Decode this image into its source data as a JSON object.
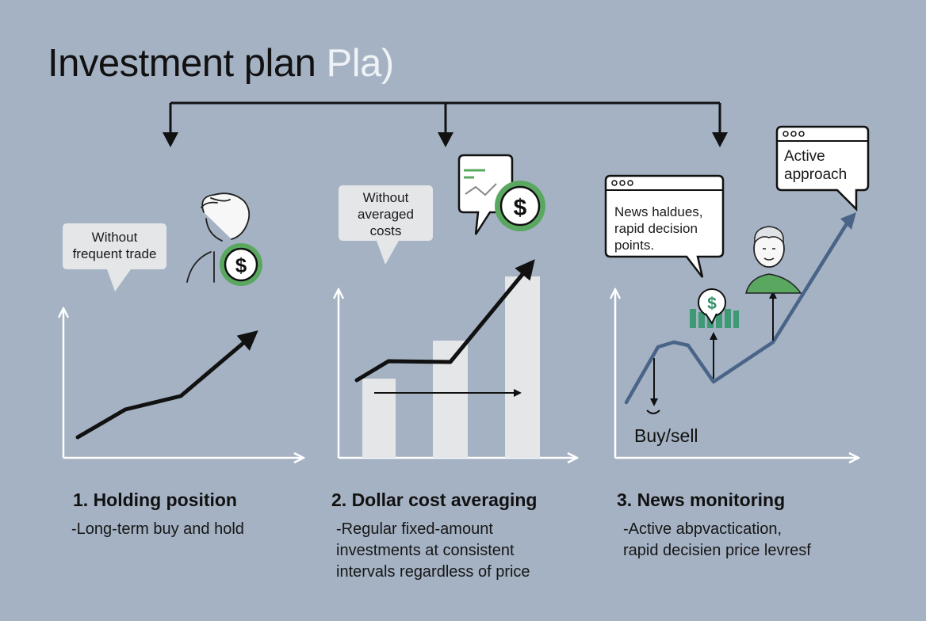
{
  "title": {
    "main": "Investment plan ",
    "accent": "Pla)"
  },
  "columns": [
    {
      "heading": "1. Holding position",
      "description": [
        "-Long-term buy and hold"
      ],
      "bubble": [
        "Without",
        "frequent trade"
      ]
    },
    {
      "heading": "2. Dollar cost averaging",
      "description": [
        "-Regular fixed-amount",
        "investments at consistent",
        "intervals regardless of price"
      ],
      "bubble": [
        "Without",
        "averaged",
        "costs"
      ]
    },
    {
      "heading": "3. News monitoring",
      "description": [
        "-Active abpvactication,",
        "rapid decisien price levresf"
      ],
      "bubble": [
        "News haldues,",
        "rapid decision",
        "points."
      ],
      "label": "Buy/sell",
      "callout": [
        "Active",
        "approach"
      ]
    }
  ],
  "icons": {
    "dollar_symbol": "$",
    "names": [
      "person-icon",
      "dollar-coin-icon",
      "browser-window-icon",
      "chart-line-icon",
      "arrow-icon"
    ]
  },
  "colors": {
    "background": "#a4b2c3",
    "ink": "#111111",
    "accent_green": "#5aa860",
    "trend_blue": "#4a6488",
    "bubble_fill": "#e4e6e8",
    "title_accent": "#eef2f6"
  }
}
